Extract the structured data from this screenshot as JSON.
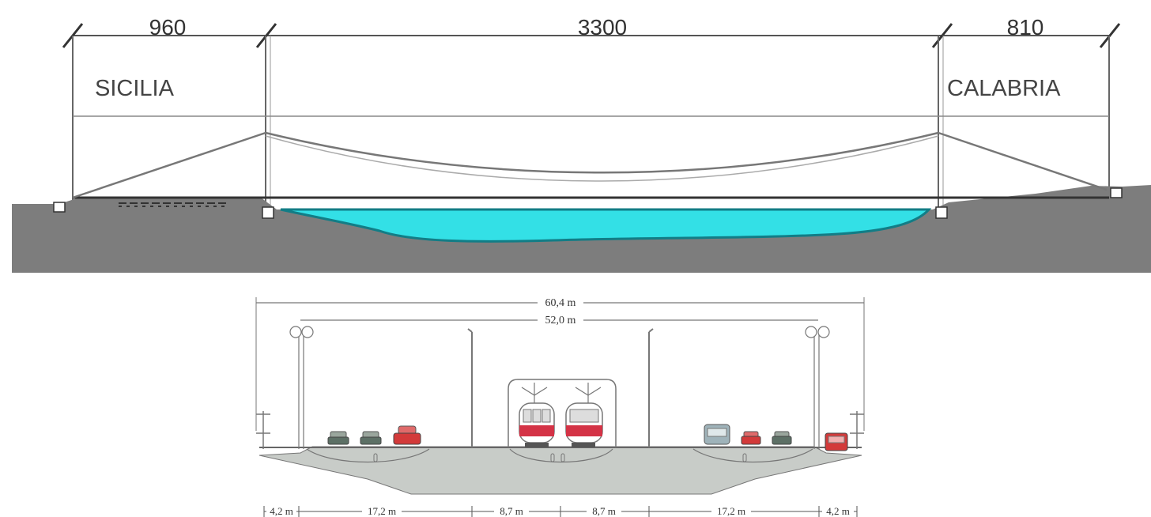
{
  "elevation": {
    "spans": [
      "960",
      "3300",
      "810"
    ],
    "shore_left": "SICILIA",
    "shore_right": "CALABRIA"
  },
  "section": {
    "overall_width": "60,4 m",
    "inner_width": "52,0 m",
    "bottom_dims": [
      "4,2 m",
      "17,2 m",
      "8,7 m",
      "8,7 m",
      "17,2 m",
      "4,2 m"
    ]
  },
  "colors": {
    "water": "#33e0e6",
    "water_dark": "#127d86",
    "ground": "#7d7d7d",
    "deck": "#c8ccc8",
    "train_red": "#d43346",
    "car_red": "#d33a3a",
    "car_green": "#5d7066",
    "line": "#555555"
  }
}
